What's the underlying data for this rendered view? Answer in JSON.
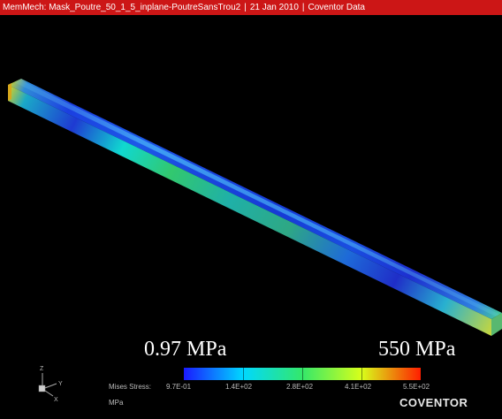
{
  "titlebar": {
    "app": "MemMech: Mask_Poutre_50_1_5_inplane-PoutreSansTrou2",
    "date": "21 Jan 2010",
    "source": "Coventor Data"
  },
  "annotations": {
    "min": "0.97 MPa",
    "max": "550 MPa"
  },
  "legend": {
    "label": "Mises Stress:",
    "unit": "MPa",
    "ticks": [
      "9.7E-01",
      "1.4E+02",
      "2.8E+02",
      "4.1E+02",
      "5.5E+02"
    ],
    "range": [
      0.97,
      550
    ],
    "colors": [
      "#1a1aff",
      "#00d8ff",
      "#34e86a",
      "#d8ff1a",
      "#ff1e00"
    ]
  },
  "axes_triad": {
    "z": "Z",
    "y": "Y",
    "x": "X"
  },
  "brand": "COVENTOR"
}
